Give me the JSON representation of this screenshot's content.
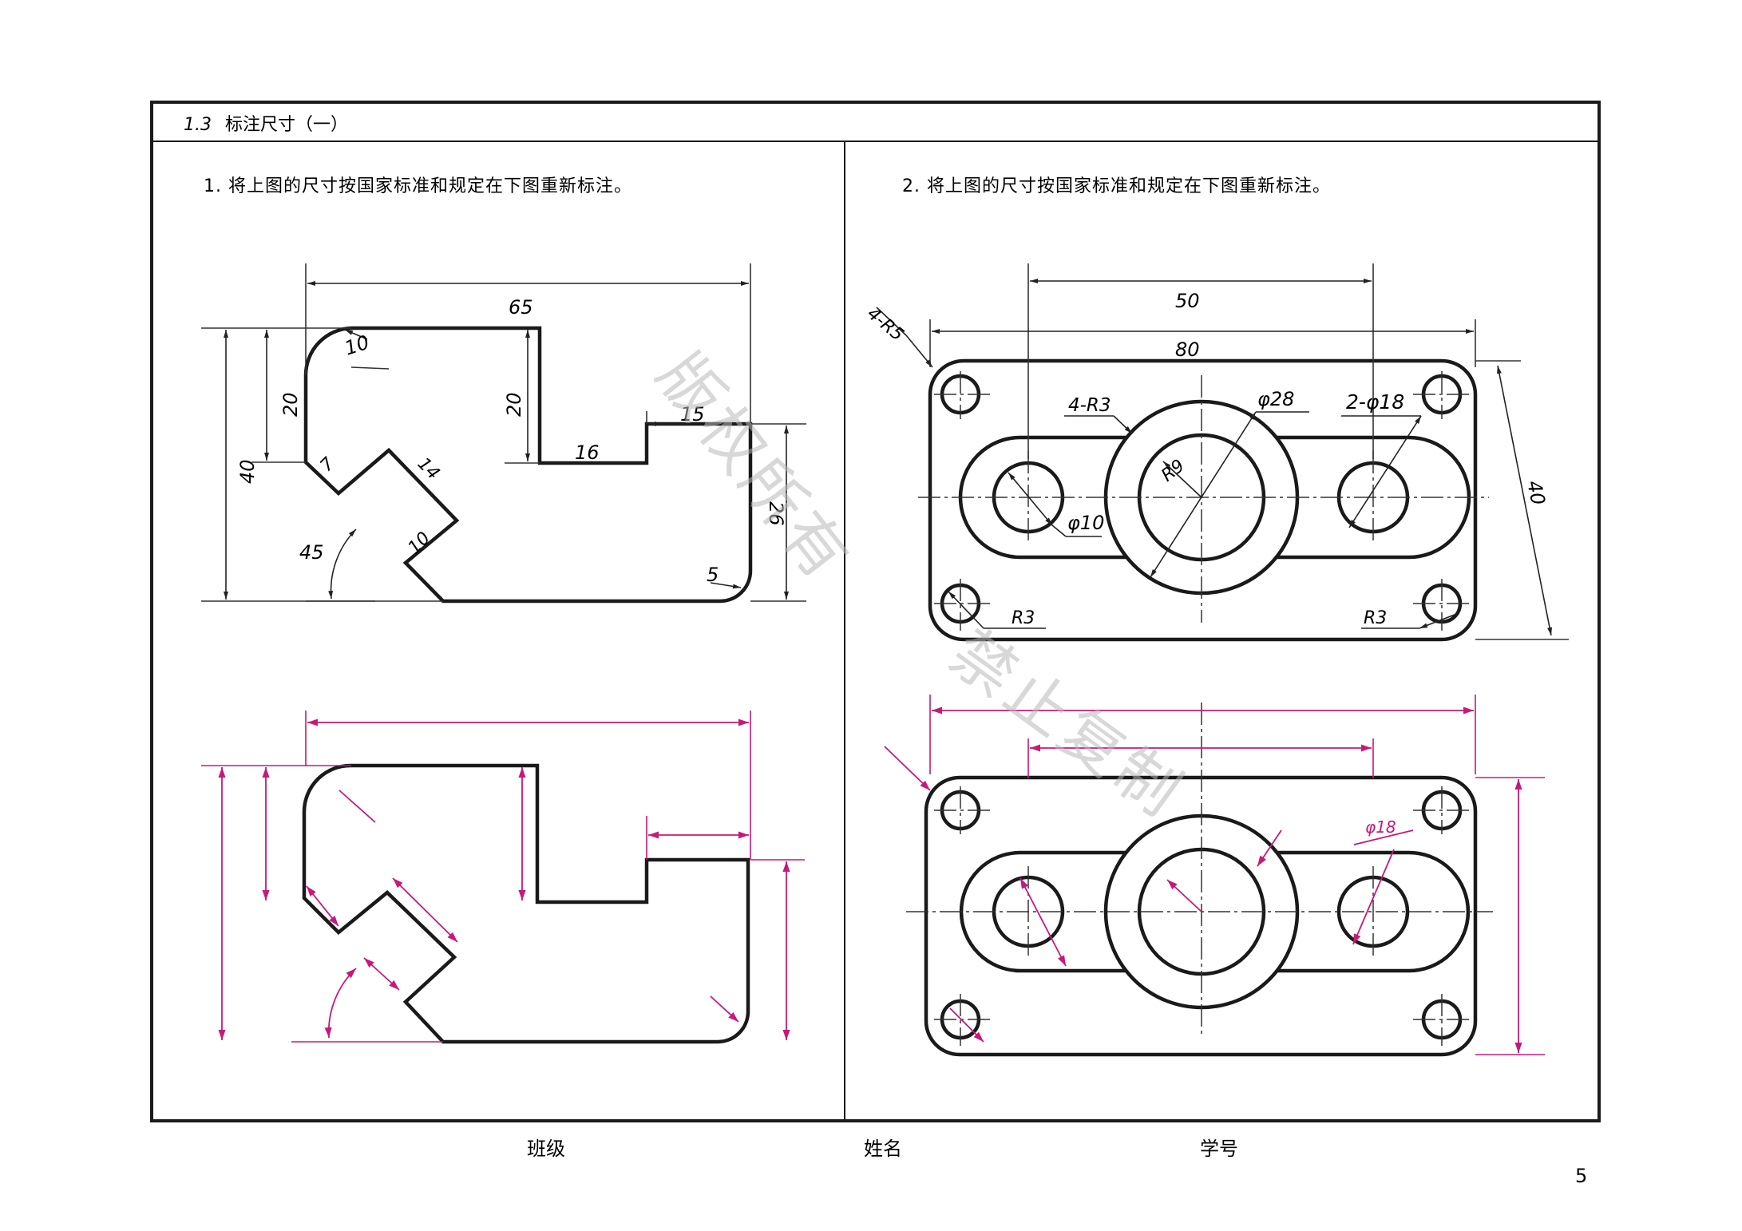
{
  "header": {
    "section": "1.3",
    "title": "标注尺寸（一）"
  },
  "exercise1": {
    "instruction": "1. 将上图的尺寸按国家标准和规定在下图重新标注。",
    "dims": {
      "width": "65",
      "r_corner": "10",
      "left_height": "20",
      "slot_depth": "20",
      "total_height": "40",
      "step": "15",
      "slot_width": "16",
      "right_height": "26",
      "notch_small": "7",
      "notch_len": "14",
      "notch_width": "10",
      "angle": "45",
      "r_small": "5"
    }
  },
  "exercise2": {
    "instruction": "2. 将上图的尺寸按国家标准和规定在下图重新标注。",
    "dims": {
      "hole_spacing": "50",
      "total_width": "80",
      "corner_r": "4-R5",
      "fillet_r": "4-R3",
      "boss_dia": "φ28",
      "slot_holes": "2-φ18",
      "bore_r": "R9",
      "small_hole": "φ10",
      "height": "40",
      "r3_left": "R3",
      "r3_right": "R3"
    }
  },
  "practice2_labels": {
    "phi18": "φ18"
  },
  "footer": {
    "class_label": "班级",
    "name_label": "姓名",
    "id_label": "学号",
    "page": "5"
  },
  "watermark": {
    "line1": "版权所有",
    "line2": "禁止复制"
  },
  "colors": {
    "line": "#1a1a1a",
    "dim": "#222222",
    "pink": "#c8187a",
    "watermark": "#b8b8b8"
  }
}
